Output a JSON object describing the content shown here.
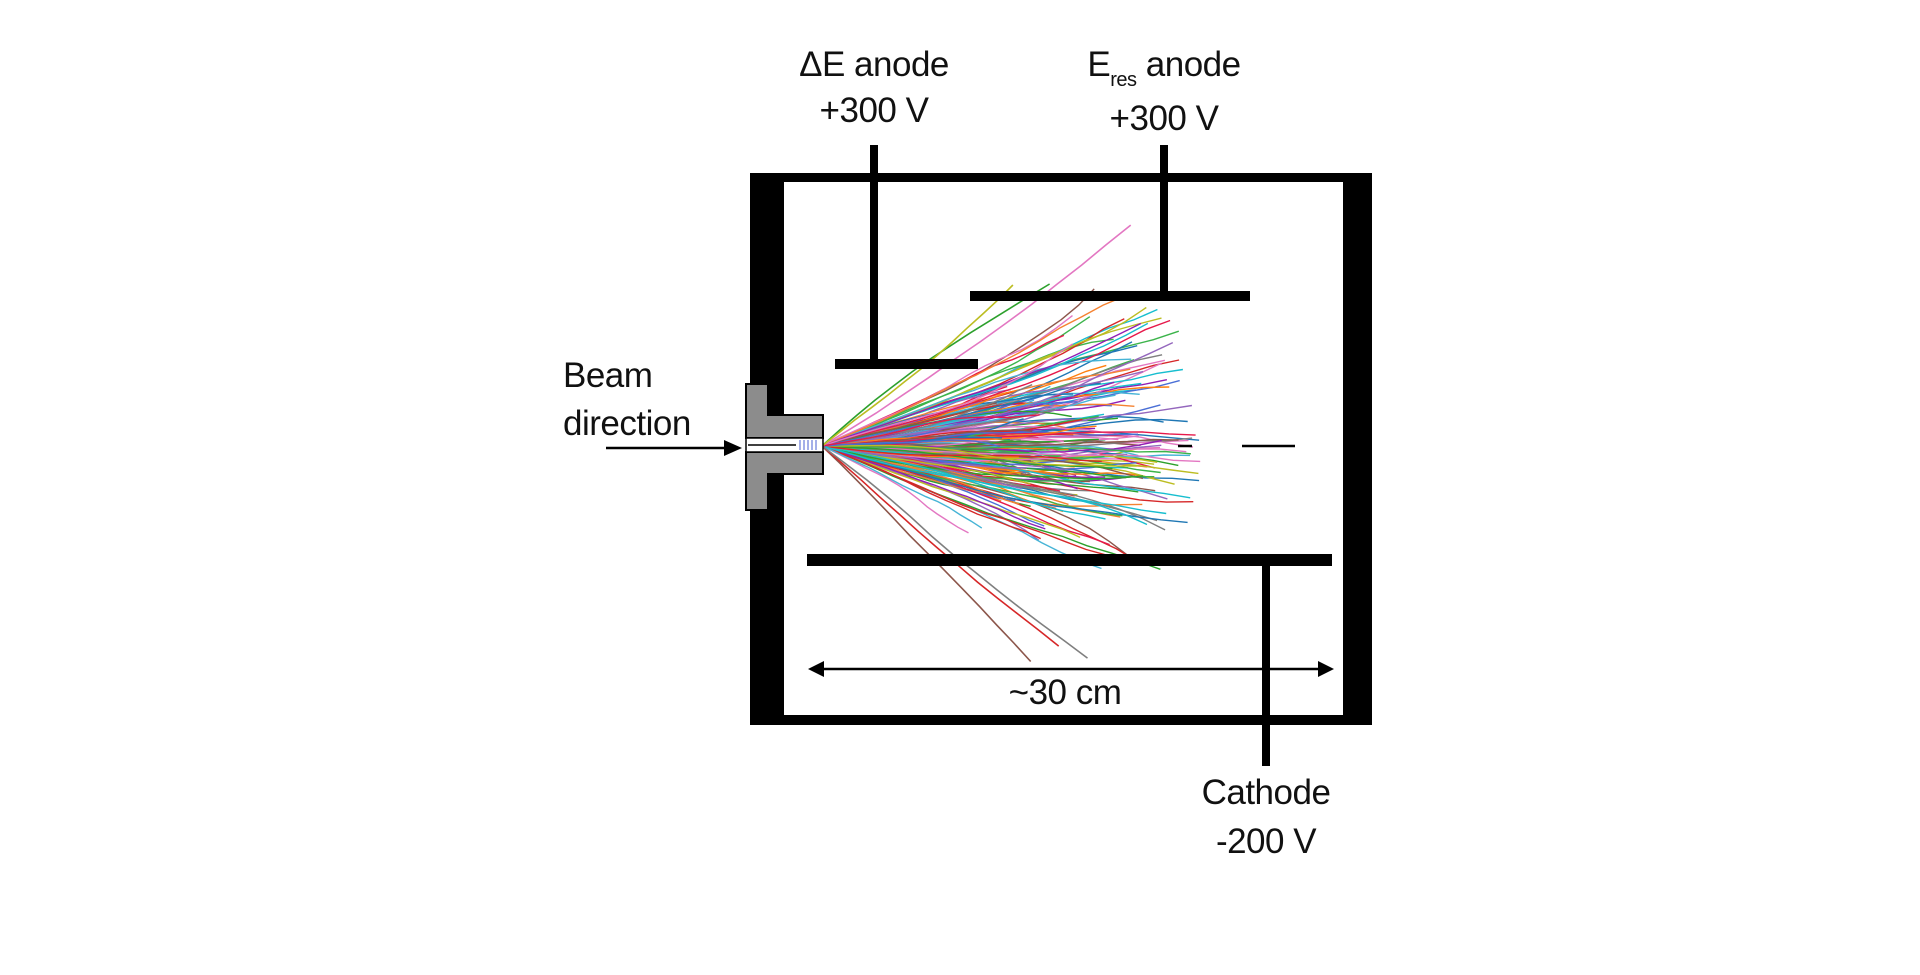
{
  "labels": {
    "de_anode": {
      "name": "ΔE anode",
      "voltage": "+300 V"
    },
    "eres_anode": {
      "symbol": "E",
      "subscript": "res",
      "name": "anode",
      "voltage": "+300 V"
    },
    "cathode": {
      "name": "Cathode",
      "voltage": "-200 V"
    },
    "beam": {
      "line1": "Beam",
      "line2": "direction"
    },
    "dimension": "~30 cm"
  },
  "colors": {
    "structure": "#000000",
    "nozzle": "#8c8c8c",
    "track_palette": [
      "#1f77b4",
      "#ff7f0e",
      "#2ca02c",
      "#d62728",
      "#9467bd",
      "#8c564b",
      "#e377c2",
      "#7f7f7f",
      "#bcbd22",
      "#17becf",
      "#4a6fd6",
      "#e6194b",
      "#3cb44b",
      "#f58231",
      "#911eb4",
      "#46b4d6"
    ]
  },
  "tracks": {
    "count": 220
  }
}
